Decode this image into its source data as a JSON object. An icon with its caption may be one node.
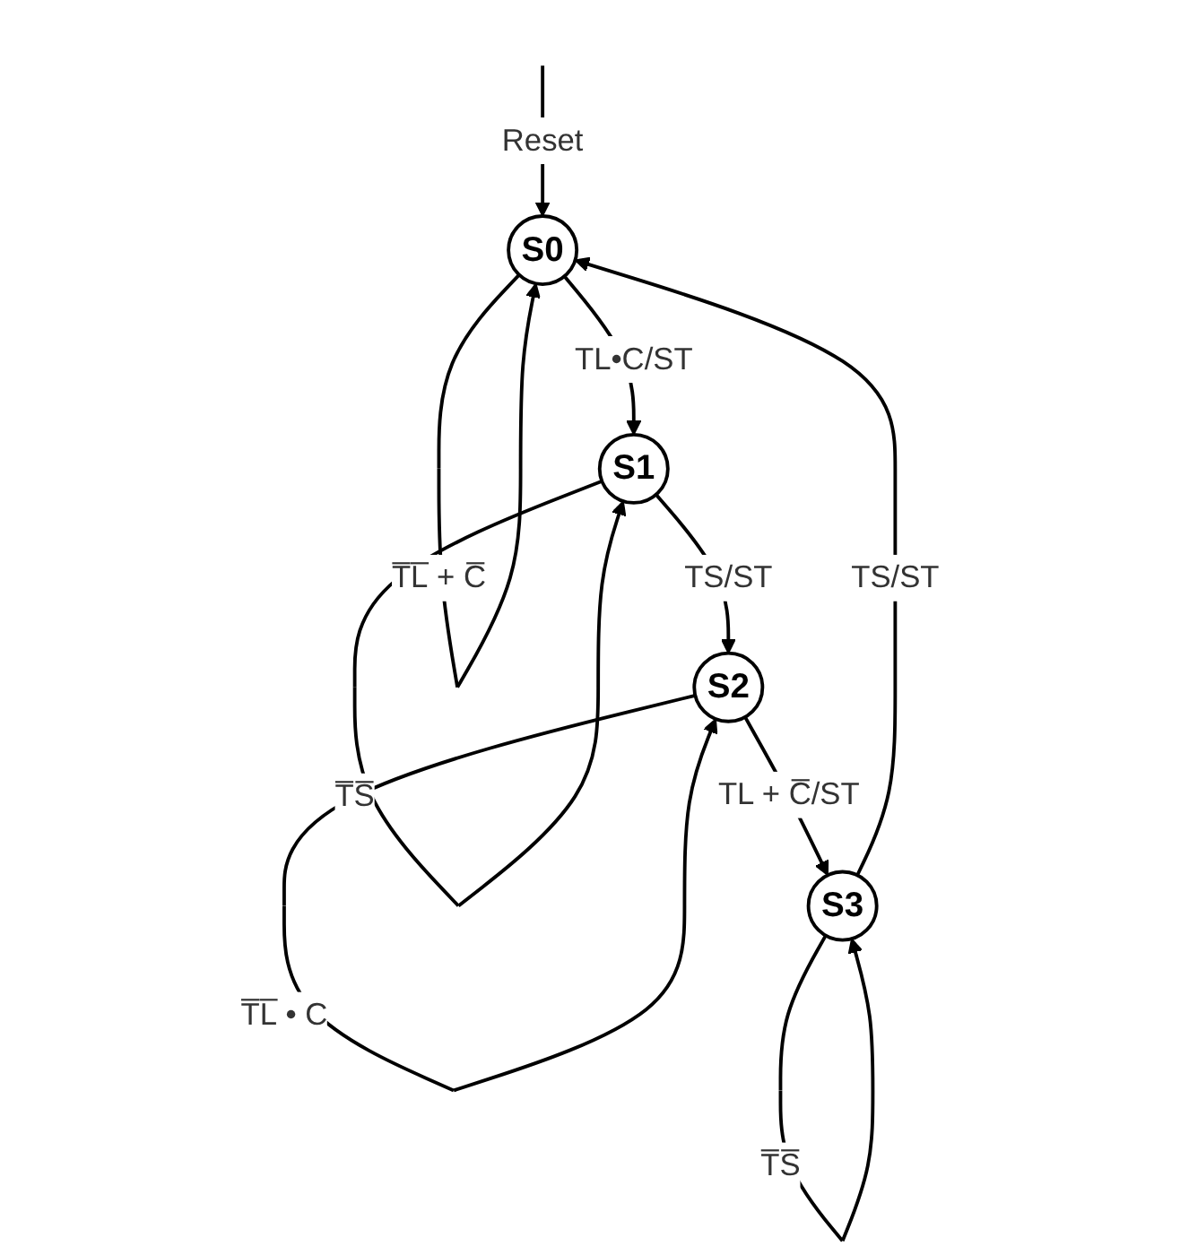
{
  "diagram": {
    "nodes": [
      {
        "text": [
          "S0"
        ]
      },
      {
        "text": [
          "S1"
        ]
      },
      {
        "text": [
          "S2"
        ]
      },
      {
        "text": [
          "S3"
        ]
      }
    ],
    "edges": [
      {
        "from": 0,
        "to": 0,
        "arrow": "to",
        "label": "T̅L̅ + C̅"
      },
      {
        "from": null,
        "to": 0,
        "arrow": "to",
        "label": "Reset"
      },
      {
        "from": 0,
        "to": 1,
        "arrow": "to",
        "label": "TL•C/ST"
      },
      {
        "from": 1,
        "to": 1,
        "arrow": "to",
        "label": "T̅S̅"
      },
      {
        "from": 1,
        "to": 2,
        "arrow": "to",
        "label": "TS/ST"
      },
      {
        "from": 2,
        "to": 2,
        "arrow": "to",
        "label": "T̅L̅ • C"
      },
      {
        "from": 2,
        "to": 3,
        "arrow": "to",
        "label": "TL + C̅/ST"
      },
      {
        "from": 3,
        "to": 3,
        "arrow": "to",
        "label": "T̅S̅"
      },
      {
        "from": 3,
        "to": 0,
        "arrow": "to",
        "label": "TS/ST"
      }
    ]
  }
}
